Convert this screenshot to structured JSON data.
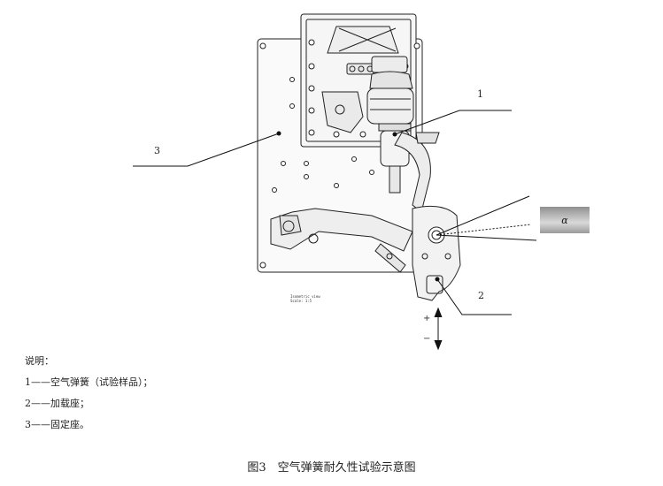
{
  "figure": {
    "callouts": {
      "c1": "1",
      "c2": "2",
      "c3": "3"
    },
    "alpha": "α",
    "plus": "+",
    "minus": "−",
    "view_label_line1": "Isometric view",
    "view_label_line2": "Scale: 1:5"
  },
  "notes": {
    "heading": "说明：",
    "items": [
      "1——空气弹簧（试验样品）；",
      "2——加载座；",
      "3——固定座。"
    ]
  },
  "caption": "图3　空气弹簧耐久性试验示意图"
}
